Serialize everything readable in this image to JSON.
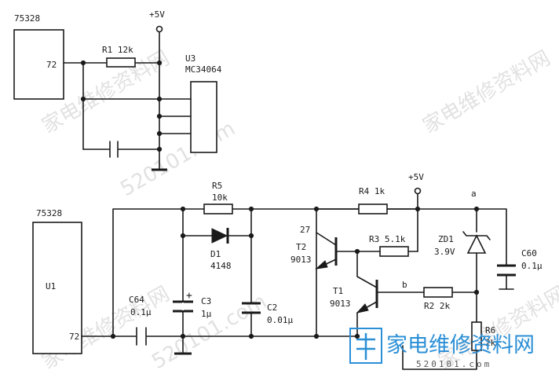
{
  "upper": {
    "chip_label": "75328",
    "chip_pin": "72",
    "supply": "+5V",
    "r1_label": "R1  12k",
    "u3_name": "U3",
    "u3_part": "MC34064"
  },
  "lower": {
    "chip_label": "75328",
    "chip_name": "U1",
    "chip_pin": "72",
    "c64_name": "C64",
    "c64_value": "0.1μ",
    "r5_name": "R5",
    "r5_value": "10k",
    "d1_name": "D1",
    "d1_part": "4148",
    "c3_name": "C3",
    "c3_value": "1μ",
    "c3_plus": "+",
    "c2_name": "C2",
    "c2_value": "0.01μ",
    "r4_label": "R4  1k",
    "supply": "+5V",
    "node_a": "a",
    "pin27": "27",
    "t2_name": "T2",
    "t2_part": "9013",
    "r3_label": "R3  5.1k",
    "zd1_name": "ZD1",
    "zd1_value": "3.9V",
    "c60_name": "C60",
    "c60_value": "0.1μ",
    "t1_name": "T1",
    "t1_part": "9013",
    "node_b": "b",
    "r2_label": "R2  2k",
    "r6_name": "R6",
    "r6_value": "2k"
  },
  "watermark": {
    "text_cn_1": "家电维修资料网",
    "text_url": "520101.com",
    "logo_cn": "家电维修资料网",
    "logo_url": "520101.com"
  }
}
